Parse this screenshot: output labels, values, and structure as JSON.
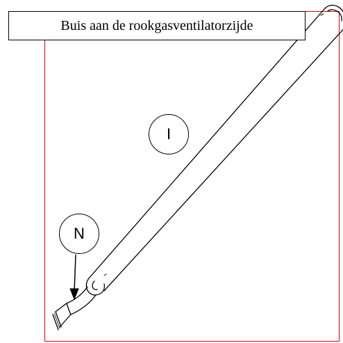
{
  "title": "Buis aan de rookgasventilatorzijde",
  "callouts": [
    {
      "id": "I",
      "text": "I"
    },
    {
      "id": "N",
      "text": "N"
    }
  ],
  "colors": {
    "frame": "#e00000",
    "stroke": "#000000",
    "background": "#ffffff"
  }
}
